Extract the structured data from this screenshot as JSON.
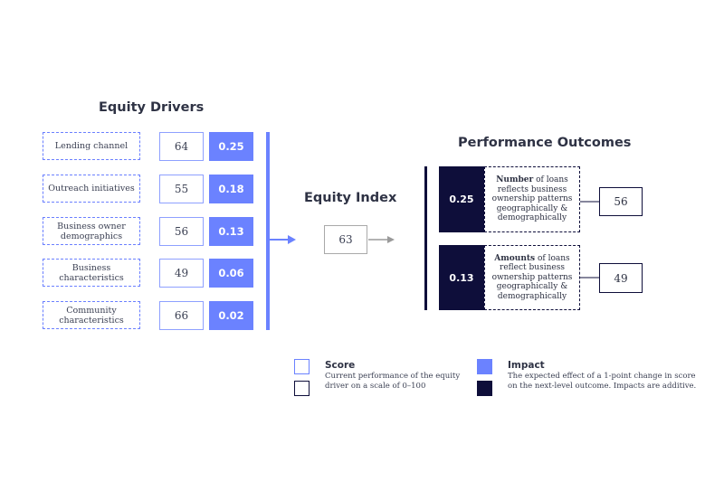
{
  "headings": {
    "drivers": "Equity Drivers",
    "index": "Equity Index",
    "outcomes": "Performance Outcomes"
  },
  "drivers": [
    {
      "label": "Lending channel",
      "score": "64",
      "impact": "0.25"
    },
    {
      "label": "Outreach initiatives",
      "score": "55",
      "impact": "0.18"
    },
    {
      "label": "Business owner demographics",
      "score": "56",
      "impact": "0.13"
    },
    {
      "label": "Business characteristics",
      "score": "49",
      "impact": "0.06"
    },
    {
      "label": "Community characteristics",
      "score": "66",
      "impact": "0.02"
    }
  ],
  "index_score": "63",
  "outcomes": [
    {
      "impact": "0.25",
      "bold": "Number",
      "text": " of loans reflects business ownership patterns geographically & demographically",
      "score": "56"
    },
    {
      "impact": "0.13",
      "bold": "Amounts",
      "text": " of loans reflect business ownership patterns geographically & demographically",
      "score": "49"
    }
  ],
  "legend": {
    "score_title": "Score",
    "score_text": "Current performance of the equity driver on a scale of 0–100",
    "impact_title": "Impact",
    "impact_text": "The expected effect of a 1-point change in score on the next-level outcome. Impacts are additive."
  },
  "colors": {
    "blue": "#6b82ff",
    "navy": "#0e0e3a",
    "grey_arrow": "#9a9a9a"
  }
}
